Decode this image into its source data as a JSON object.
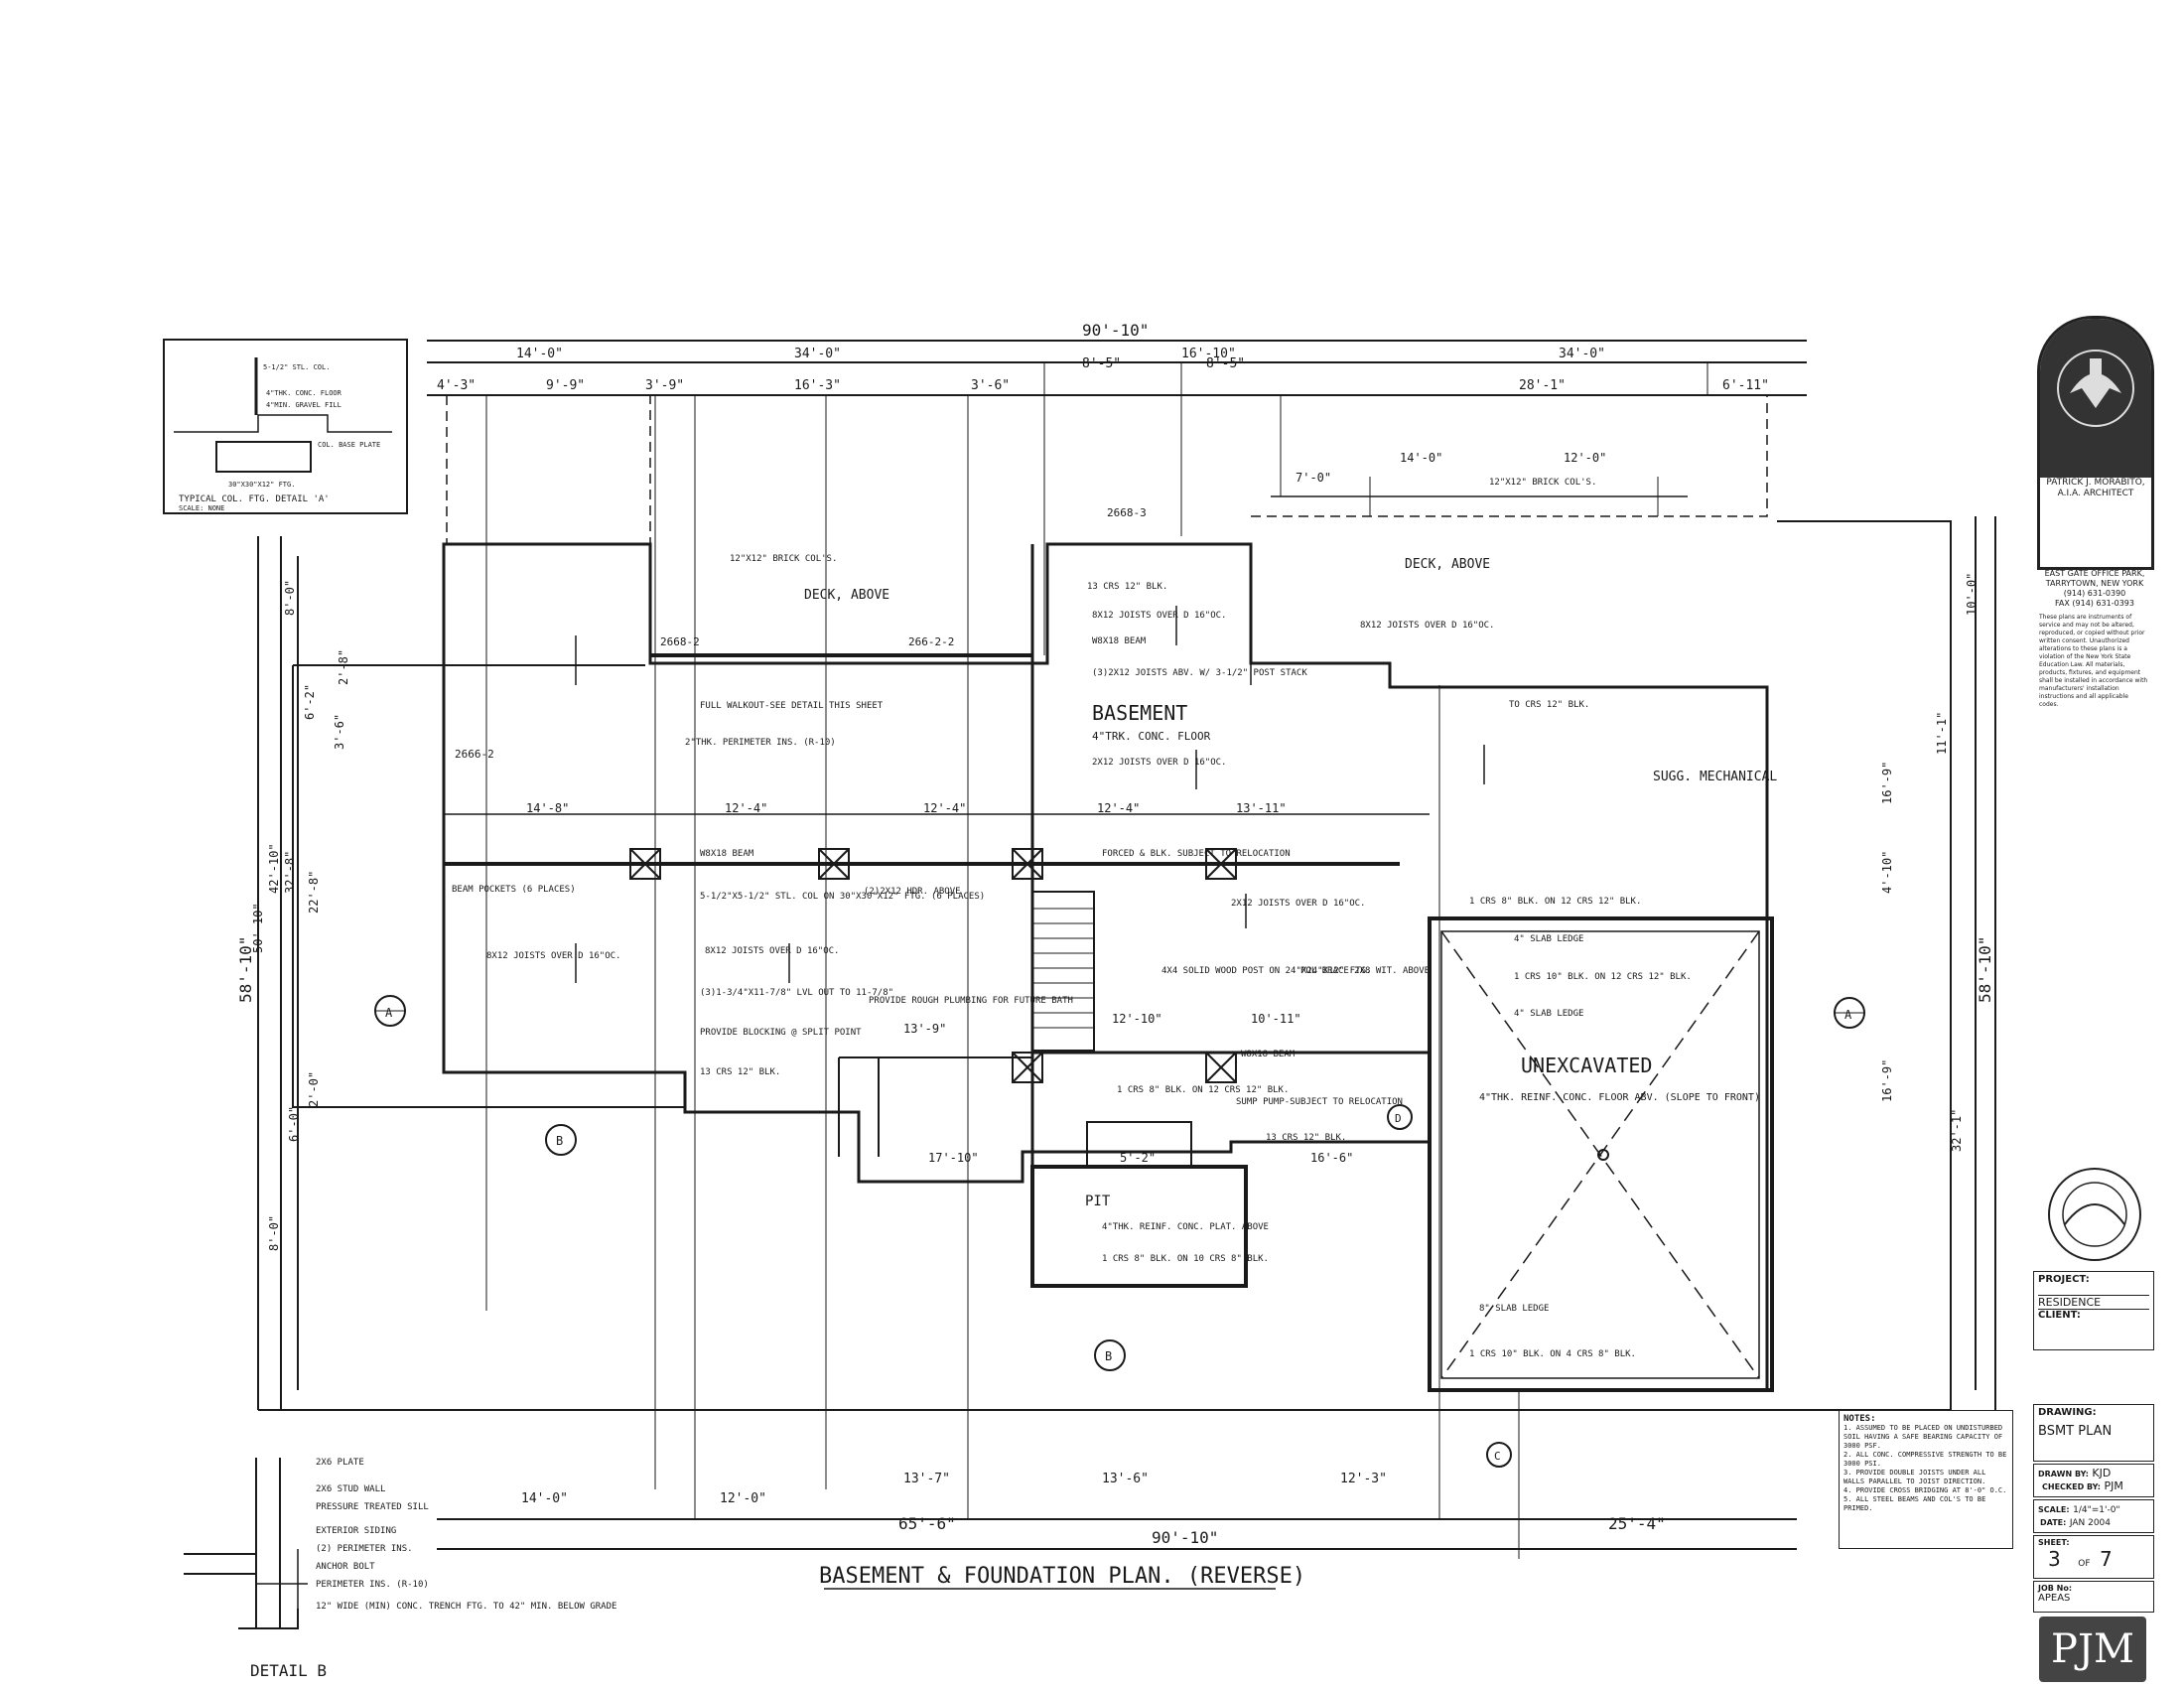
{
  "drawing": {
    "title": "BASEMENT & FOUNDATION PLAN. (REVERSE)",
    "rooms": {
      "basement": "BASEMENT",
      "basement_floor": "4\"TRK. CONC. FLOOR",
      "unexcavated": "UNEXCAVATED",
      "unexcavated_note": "4\"THK. REINF. CONC. FLOOR ABV. (SLOPE TO FRONT)",
      "mechanical": "SUGG. MECHANICAL",
      "deck_left": "DECK, ABOVE",
      "deck_right": "DECK, ABOVE",
      "pit": "PIT"
    },
    "overall_dims": {
      "top_total": "90'-10\"",
      "bottom_total": "90'-10\"",
      "left_total": "58'-10\"",
      "right_total": "58'-10\"",
      "bottom_left": "65'-6\"",
      "bottom_right": "25'-4\""
    },
    "top_dims": [
      "14'-0\"",
      "34'-0\"",
      "16'-10\"",
      "34'-0\"",
      "4'-3\"",
      "9'-9\"",
      "3'-9\"",
      "16'-3\"",
      "3'-6\"",
      "8'-5\"",
      "8'-5\"",
      "28'-1\"",
      "6'-11\"",
      "7'-0\"",
      "14'-0\"",
      "12'-0\""
    ],
    "bottom_dims": [
      "14'-0\"",
      "12'-0\"",
      "13'-7\"",
      "13'-6\"",
      "12'-3\""
    ],
    "interior_dims": [
      "14'-8\"",
      "12'-4\"",
      "12'-4\"",
      "12'-4\"",
      "13'-11\"",
      "17'-10\"",
      "5'-2\"",
      "16'-6\"",
      "13'-9\"",
      "12'-10\"",
      "10'-11\""
    ],
    "left_dims": [
      "8'-0\"",
      "6'-2\"",
      "3'-6\"",
      "2'-8\"",
      "42'-10\"",
      "50'-10\"",
      "32'-8\"",
      "22'-8\"",
      "2'-0\"",
      "8'-0\"",
      "6'-0\""
    ],
    "right_dims": [
      "10'-0\"",
      "11'-1\"",
      "16'-9\"",
      "4'-10\"",
      "16'-9\"",
      "32'-1\""
    ],
    "notes": [
      "12\"X12\" BRICK COL'S.",
      "12\"X12\" BRICK COL'S.",
      "2668-2",
      "266-2-2",
      "2668-3",
      "2666-2",
      "FULL WALKOUT-SEE DETAIL THIS SHEET",
      "2\"THK. PERIMETER INS. (R-10)",
      "13 CRS 12\" BLK.",
      "8X12 JOISTS OVER D 16\"OC.",
      "W8X18 BEAM",
      "(3)2X12 JOISTS ABV. W/ 3-1/2\" POST STACK",
      "8X12 JOISTS OVER D 16\"OC.",
      "TO CRS 12\" BLK.",
      "2X12 JOISTS OVER D 16\"OC.",
      "W8X18 BEAM",
      "BEAM POCKETS (6 PLACES)",
      "8X12 JOISTS OVER D 16\"OC.",
      "5-1/2\"X5-1/2\" STL. COL ON 30\"X30\"X12\" FTG. (6 PLACES)",
      "8X12 JOISTS OVER D 16\"OC.",
      "(3)1-3/4\"X11-7/8\" LVL OUT TO 11-7/8\"",
      "PROVIDE BLOCKING @ SPLIT POINT",
      "13 CRS 12\" BLK.",
      "(2)2X12 HDR. ABOVE",
      "FORCED & BLK. SUBJECT TO RELOCATION",
      "PROVIDE ROUGH PLUMBING FOR FUTURE BATH",
      "2X12 JOISTS OVER D 16\"OC.",
      "4X4 SOLID WOOD POST ON 24\"X24\"X12\" FTG.",
      "POL BRACE 2X8 WIT. ABOVE",
      "W8X18 BEAM",
      "1 CRS 8\" BLK. ON 12 CRS 12\" BLK.",
      "SUMP PUMP-SUBJECT TO RELOCATION",
      "13 CRS 12\" BLK.",
      "1 CRS 8\" BLK. ON 12 CRS 12\" BLK.",
      "4\" SLAB LEDGE",
      "1 CRS 10\" BLK. ON 12 CRS 12\" BLK.",
      "4\" SLAB LEDGE",
      "8\" SLAB LEDGE",
      "1 CRS 10\" BLK. ON 4 CRS 8\" BLK.",
      "4\"THK. REINF. CONC. PLAT. ABOVE",
      "1 CRS 8\" BLK. ON 10 CRS 8\" BLK."
    ],
    "section_markers": [
      "A",
      "A",
      "B",
      "B",
      "C",
      "D"
    ],
    "detail_a": {
      "title": "TYPICAL COL. FTG. DETAIL 'A'",
      "subtitle": "SCALE: NONE",
      "labels": [
        "5-1/2\" STL. COL.",
        "4\"THK. CONC. FLOOR",
        "4\"MIN. GRAVEL FILL",
        "COL. BASE PLATE",
        "30\"X30\"X12\" FTG."
      ]
    },
    "detail_b": {
      "title": "DETAIL B",
      "labels": [
        "2X6 PLATE",
        "2X6 STUD WALL",
        "PRESSURE TREATED SILL",
        "EXTERIOR SIDING",
        "(2) PERIMETER INS.",
        "ANCHOR BOLT",
        "PERIMETER INS. (R-10)",
        "12\" WIDE (MIN) CONC. TRENCH FTG. TO 42\" MIN. BELOW GRADE"
      ]
    },
    "general_notes": {
      "heading": "NOTES:",
      "items": [
        "1. ASSUMED TO BE PLACED ON UNDISTURBED SOIL HAVING A SAFE BEARING CAPACITY OF 3000 PSF.",
        "2. ALL CONC. COMPRESSIVE STRENGTH TO BE 3000 PSI.",
        "3. PROVIDE DOUBLE JOISTS UNDER ALL WALLS PARALLEL TO JOIST DIRECTION.",
        "4. PROVIDE CROSS BRIDGING AT 8'-0\" O.C.",
        "5. ALL STEEL BEAMS AND COL'S TO BE PRIMED."
      ]
    }
  },
  "title_block": {
    "architect": "PATRICK J. MORABITO, A.I.A. ARCHITECT",
    "address": "EAST GATE OFFICE PARK, TARRYTOWN, NEW YORK",
    "phone": "(914) 631-0390",
    "fax": "FAX (914) 631-0393",
    "disclaimer": "These plans are instruments of service and may not be altered, reproduced, or copied without prior written consent. Unauthorized alterations to these plans is a violation of the New York State Education Law. All materials, products, fixtures, and equipment shall be installed in accordance with manufacturers' installation instructions and all applicable codes.",
    "project_label": "PROJECT:",
    "project": "RESIDENCE",
    "client_label": "CLIENT:",
    "drawing_label": "DRAWING:",
    "drawing": "BSMT PLAN",
    "drawn_by_label": "DRAWN BY:",
    "drawn_by": "KJD",
    "checked_by_label": "CHECKED BY:",
    "checked_by": "PJM",
    "scale_label": "SCALE:",
    "scale": "1/4\"=1'-0\"",
    "date_label": "DATE:",
    "date": "JAN 2004",
    "sheet_label": "SHEET:",
    "sheet": "3",
    "sheet_of": "OF",
    "sheet_total": "7",
    "job_label": "JOB No:",
    "job": "APEAS",
    "logo": "PJM"
  }
}
